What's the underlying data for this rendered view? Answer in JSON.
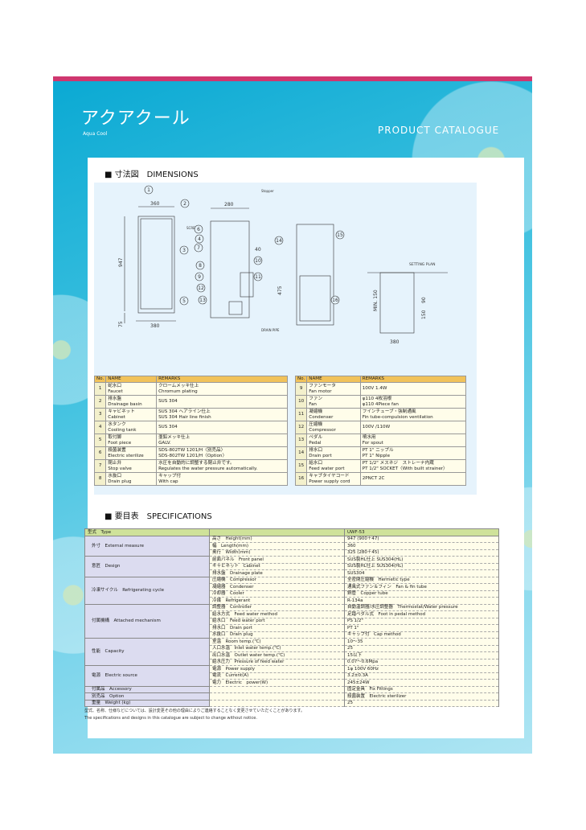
{
  "header": {
    "title": "アクアクール",
    "subtitle": "Aqua Cool",
    "catalogue": "PRODUCT CATALOGUE"
  },
  "dimensions": {
    "heading": "■ 寸法図　DIMENSIONS",
    "labels": {
      "w360": "360",
      "h947": "947",
      "w380": "380",
      "h75": "75",
      "d280": "280",
      "d40": "40",
      "h475": "475",
      "screw": "SCREW",
      "drain_pipe": "DRAIN PIPE",
      "stopper": "Stopper",
      "setting_plan": "SETTING PLAN",
      "min150": "MIN. 150",
      "w380b": "380",
      "d150": "150",
      "d90": "90"
    },
    "callouts": [
      "1",
      "2",
      "3",
      "4",
      "5",
      "6",
      "7",
      "8",
      "9",
      "10",
      "11",
      "12",
      "13",
      "14",
      "15",
      "16"
    ]
  },
  "parts_header": {
    "no": "No.",
    "name": "NAME",
    "remarks": "REMARKS"
  },
  "parts_left": [
    {
      "no": "1",
      "jp": "蛇水口",
      "en": "Faucet",
      "r1": "クロームメッキ仕上",
      "r2": "Chromum plating"
    },
    {
      "no": "2",
      "jp": "排水盤",
      "en": "Drainage basin",
      "r1": "SUS 304",
      "r2": ""
    },
    {
      "no": "3",
      "jp": "キャビネット",
      "en": "Cabinet",
      "r1": "SUS 304 ヘアライン仕上",
      "r2": "SUS 304 Hair line finish"
    },
    {
      "no": "4",
      "jp": "水タンク",
      "en": "Cooling tank",
      "r1": "SUS 304",
      "r2": ""
    },
    {
      "no": "5",
      "jp": "取付脚",
      "en": "Foot piece",
      "r1": "亜鉛メッキ仕上",
      "r2": "GALV."
    },
    {
      "no": "6",
      "jp": "殺菌装置",
      "en": "Electric sterilize",
      "r1": "SDS-802TW 1201/H〈別売品〉",
      "r2": "SDS-802TW 1201/H〈Option〉"
    },
    {
      "no": "7",
      "jp": "閉止弁",
      "en": "Stop valve",
      "r1": "水圧を自動的に調整する閉止弁です。",
      "r2": "Regulates the water pressure automatically."
    },
    {
      "no": "8",
      "jp": "水抜口",
      "en": "Drain plug",
      "r1": "キャップ付",
      "r2": "With cap"
    }
  ],
  "parts_right": [
    {
      "no": "9",
      "jp": "ファンモータ",
      "en": "Fan motor",
      "r1": "100V 1.4W",
      "r2": ""
    },
    {
      "no": "10",
      "jp": "ファン",
      "en": "Fan",
      "r1": "φ110 4枚羽根",
      "r2": "φ110 4Piece fan"
    },
    {
      "no": "11",
      "jp": "凝縮機",
      "en": "Condenser",
      "r1": "フインチューブ・強制通風",
      "r2": "Fin tube-compulsion ventilation"
    },
    {
      "no": "12",
      "jp": "圧縮機",
      "en": "Compressor",
      "r1": "100V /110W",
      "r2": ""
    },
    {
      "no": "13",
      "jp": "ペダル",
      "en": "Pedal",
      "r1": "噴水用",
      "r2": "For spout"
    },
    {
      "no": "14",
      "jp": "排水口",
      "en": "Drain port",
      "r1": "PT 1\" ニップル",
      "r2": "PT 1\" Nipple"
    },
    {
      "no": "15",
      "jp": "給水口",
      "en": "Feed water port",
      "r1": "PT 1/2\" メスネジ　ストレーナ内蔵",
      "r2": "PT 1/2\" SOCKET〈With built strainer〉"
    },
    {
      "no": "16",
      "jp": "キャブタイヤコード",
      "en": "Power supply cord",
      "r1": "2PNCT 2C",
      "r2": ""
    }
  ],
  "specs": {
    "heading": "■ 要目表　SPECIFICATIONS",
    "type_label": "型式　Type",
    "type_value": "UWF-53",
    "groups": [
      {
        "label": "外寸　External measure",
        "rows": [
          [
            "高さ　Height(mm)",
            "947 (900＋47)"
          ],
          [
            "幅　Length(mm)",
            "360"
          ],
          [
            "奥行　Width(mm)",
            "325 (280＋45)"
          ]
        ]
      },
      {
        "label": "意匠　Design",
        "rows": [
          [
            "前面パネル　Front panel",
            "SUS製HL仕上 SUS304(HL)"
          ],
          [
            "キャビネット　Cabinet",
            "SUS製HL仕上 SUS304(HL)"
          ],
          [
            "排水盤　Drainage plate",
            "SUS304"
          ]
        ]
      },
      {
        "label": "冷凍サイクル　Refrigerating cycle",
        "rows": [
          [
            "圧縮機　Compressor",
            "全密閉圧縮機　Hermetic type"
          ],
          [
            "凝縮器　Condenser",
            "通風式ファン＆フィン　Fan & fin tube"
          ],
          [
            "冷却器　Cooler",
            "銅管　Copper tube"
          ],
          [
            "冷媒　Refrigerant",
            "R-134a"
          ]
        ]
      },
      {
        "label": "付属機構　Attached mechanism",
        "rows": [
          [
            "調整器　Controller",
            "自動温調器/水圧調整器　Thermostat/Water pressure"
          ],
          [
            "給水方式　Feed water method",
            "足踏ペダル式　Foot in pedal method"
          ],
          [
            "給水口　Feed water port",
            "PS 1/2\""
          ],
          [
            "排水口　Drain port",
            "PT 1\""
          ],
          [
            "水抜口　Drain plug",
            "キャップ付　Cap method"
          ]
        ]
      },
      {
        "label": "性能　Capacity",
        "rows": [
          [
            "室温　Room temp.(℃)",
            "10〜35"
          ],
          [
            "入口水温　Inlet water temp.(℃)",
            "25"
          ],
          [
            "出口水温　Outlet water temp.(℃)",
            "15以下"
          ],
          [
            "給水圧力　Pressure of feed water",
            "0.07〜0.6Mpa"
          ]
        ]
      },
      {
        "label": "電源　Electric source",
        "rows": [
          [
            "電源　Power supply",
            "1φ 100V 60Hz"
          ],
          [
            "電流　Current(A)",
            "3.2±0.3A"
          ],
          [
            "電力　Electric　power(W)",
            "245±24W"
          ]
        ]
      }
    ],
    "singles": [
      [
        "付属品　Accessory",
        "固定金具　Fix Fittings"
      ],
      [
        "別売品　Option",
        "殺菌装置　Electric sterilizer"
      ],
      [
        "重量　Weight (kg)",
        "25"
      ]
    ]
  },
  "notes": {
    "jp": "型式、名称、仕様などについては、設計変更その他の理由によりご連絡することなく変更させていただくことがあります。",
    "en": "The specifications and designs in this catalogue are subject to change without notice."
  },
  "colors": {
    "band": "#cf376f",
    "background": "#1ab3d6",
    "table_header": "#f1c25a",
    "spec_header": "#cfe29a",
    "spec_group": "#dcdcf0"
  }
}
